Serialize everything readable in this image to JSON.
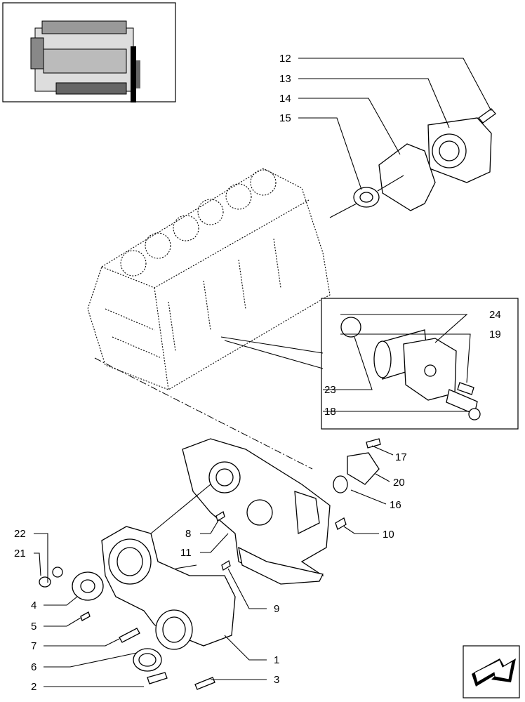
{
  "labels": {
    "l1": "1",
    "l2": "2",
    "l3": "3",
    "l4": "4",
    "l5": "5",
    "l6": "6",
    "l7": "7",
    "l8": "8",
    "l9": "9",
    "l10": "10",
    "l11": "11",
    "l12": "12",
    "l13": "13",
    "l14": "14",
    "l15": "15",
    "l16": "16",
    "l17": "17",
    "l18": "18",
    "l19": "19",
    "l20": "20",
    "l21": "21",
    "l22": "22",
    "l23": "23",
    "l24": "24"
  },
  "icons": {
    "thumbnail": "engine-thumbnail-icon",
    "nav": "next-page-arrow-icon"
  }
}
